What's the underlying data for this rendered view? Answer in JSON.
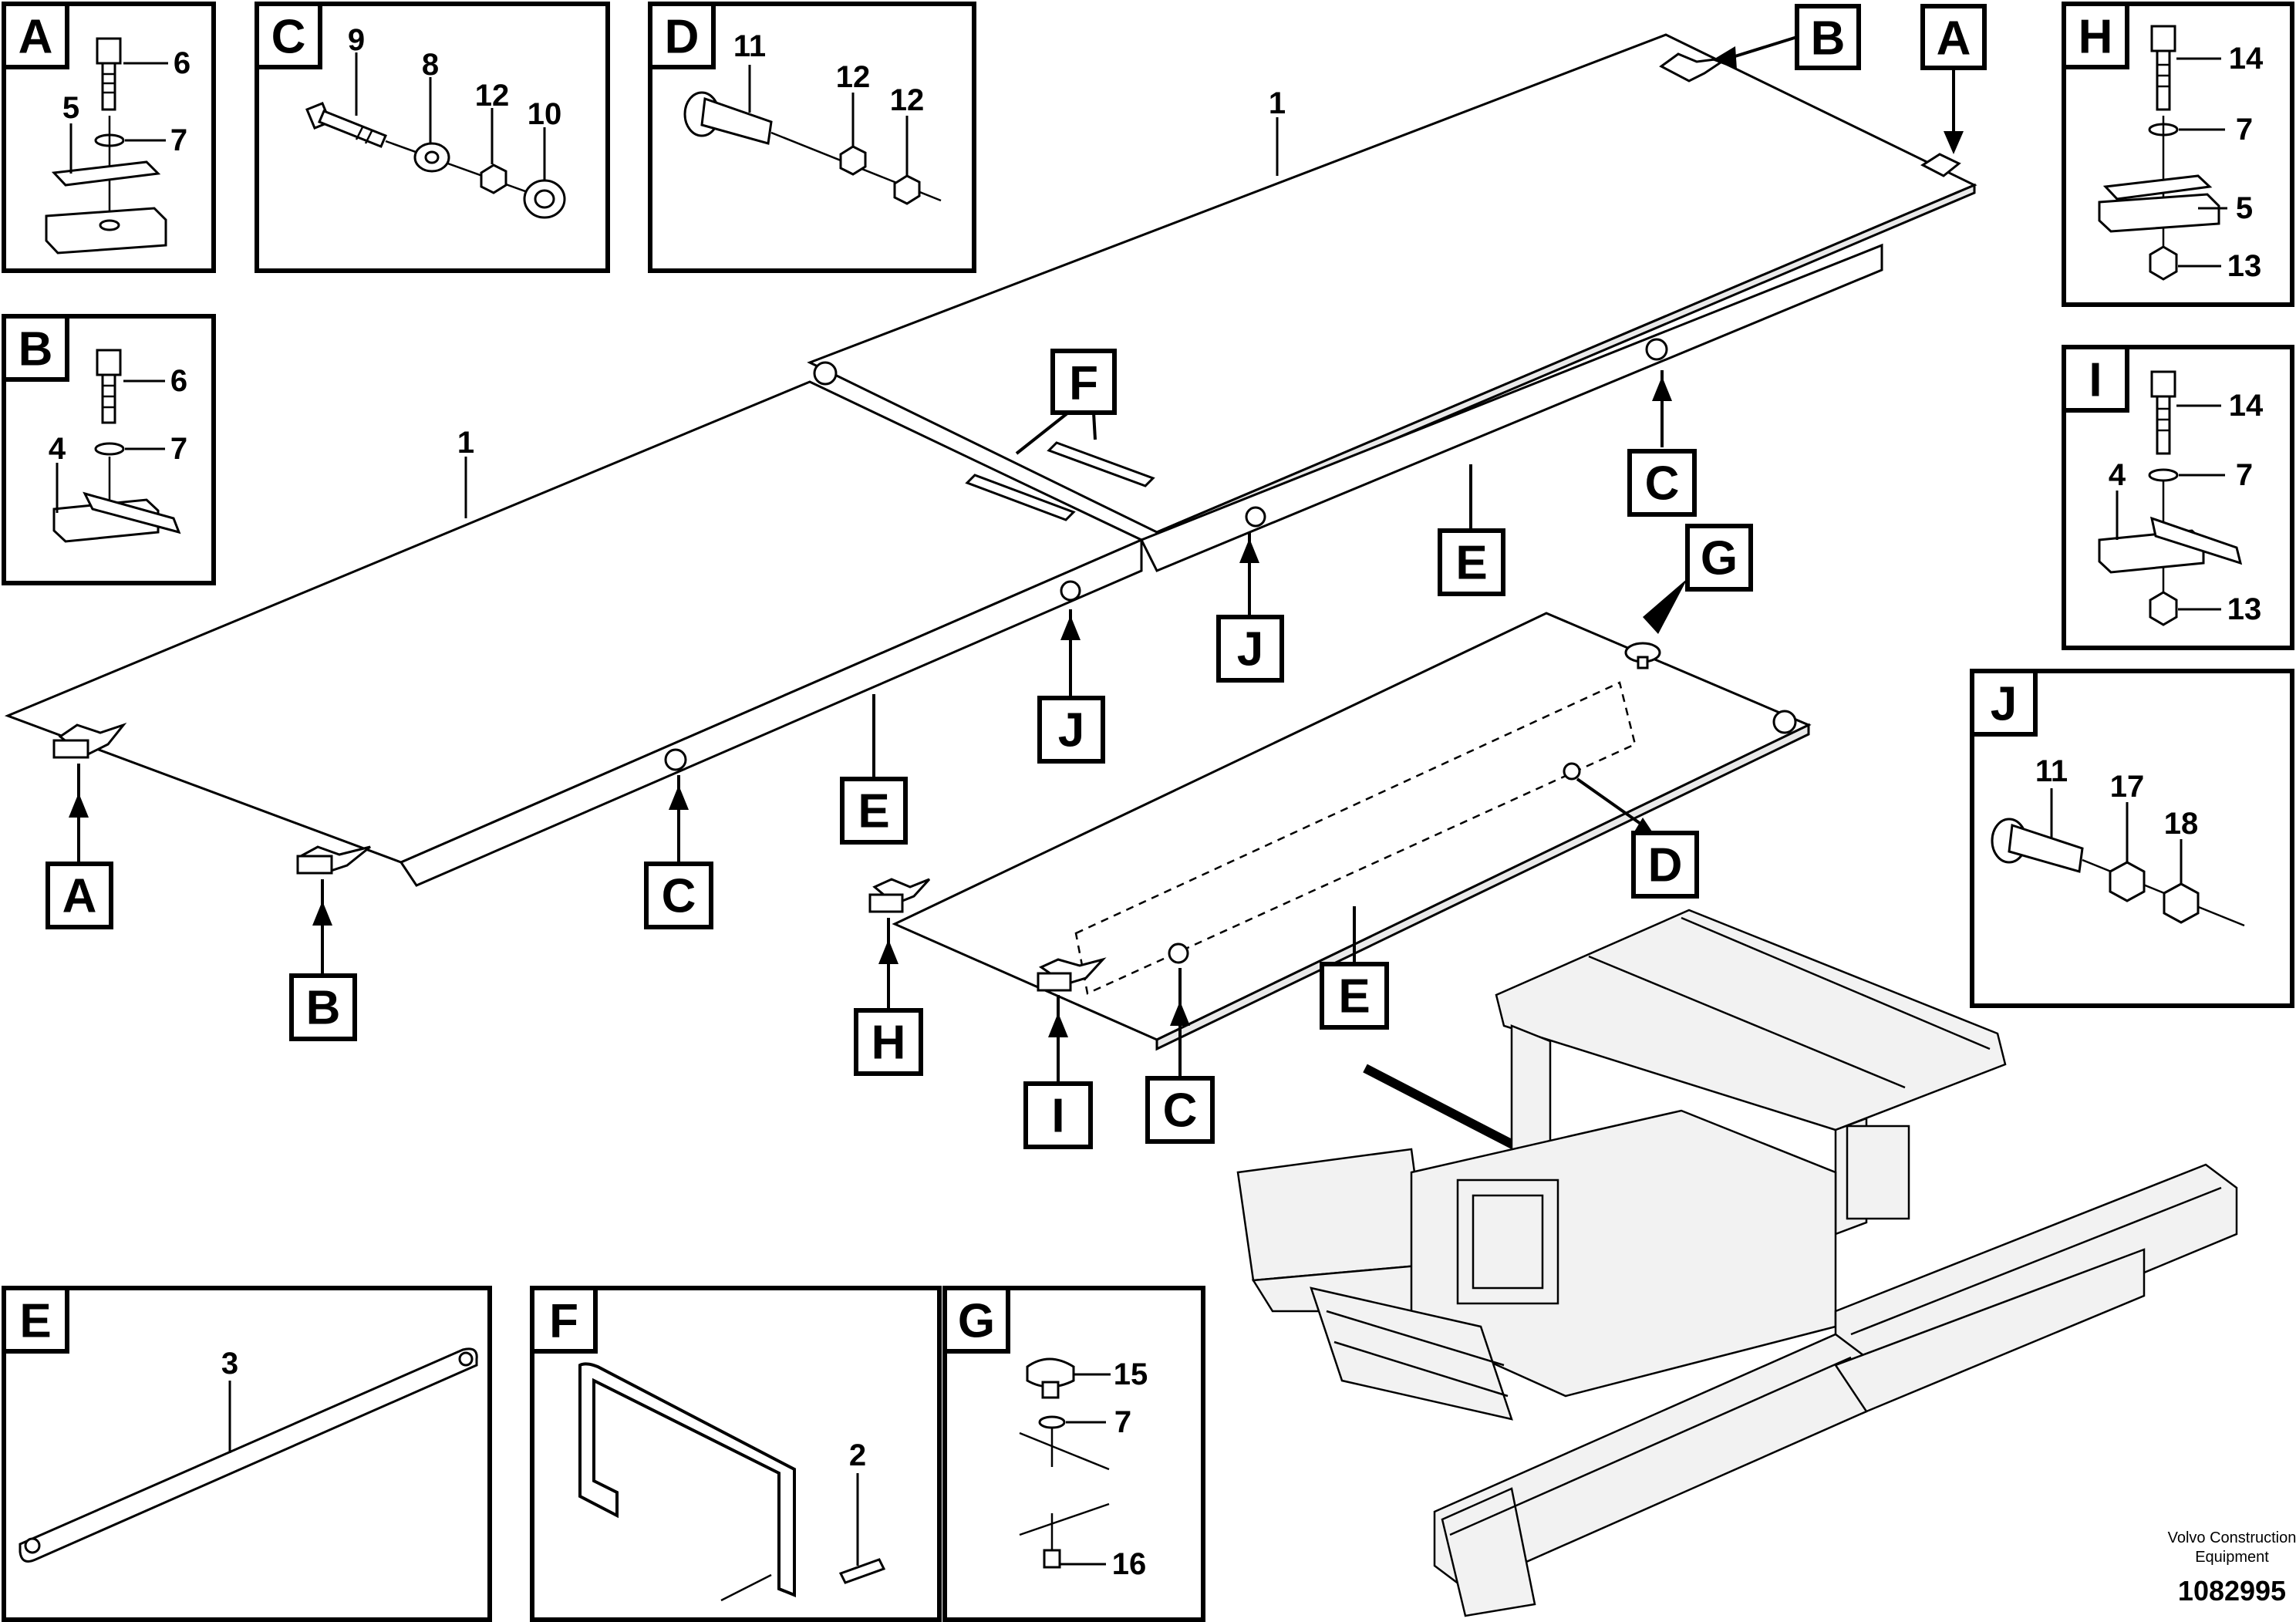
{
  "detail_boxes": [
    {
      "id": "A",
      "parts": [
        "5",
        "6",
        "7"
      ]
    },
    {
      "id": "C",
      "parts": [
        "9",
        "8",
        "12",
        "10"
      ]
    },
    {
      "id": "D",
      "parts": [
        "11",
        "12",
        "12"
      ]
    },
    {
      "id": "H",
      "parts": [
        "14",
        "7",
        "5",
        "13"
      ]
    },
    {
      "id": "B",
      "parts": [
        "6",
        "7",
        "4"
      ]
    },
    {
      "id": "I",
      "parts": [
        "14",
        "7",
        "4",
        "13"
      ]
    },
    {
      "id": "J",
      "parts": [
        "11",
        "17",
        "18"
      ]
    },
    {
      "id": "E",
      "parts": [
        "3"
      ]
    },
    {
      "id": "F",
      "parts": [
        "2"
      ]
    },
    {
      "id": "G",
      "parts": [
        "15",
        "7",
        "16"
      ]
    }
  ],
  "callouts": [
    "B",
    "A",
    "F",
    "C",
    "E",
    "G",
    "J",
    "J",
    "E",
    "A",
    "B",
    "C",
    "D",
    "H",
    "I",
    "C",
    "E"
  ],
  "main_parts": [
    "1",
    "1"
  ],
  "footer": {
    "brand_line1": "Volvo Construction",
    "brand_line2": "Equipment",
    "drawing_number": "1082995"
  }
}
